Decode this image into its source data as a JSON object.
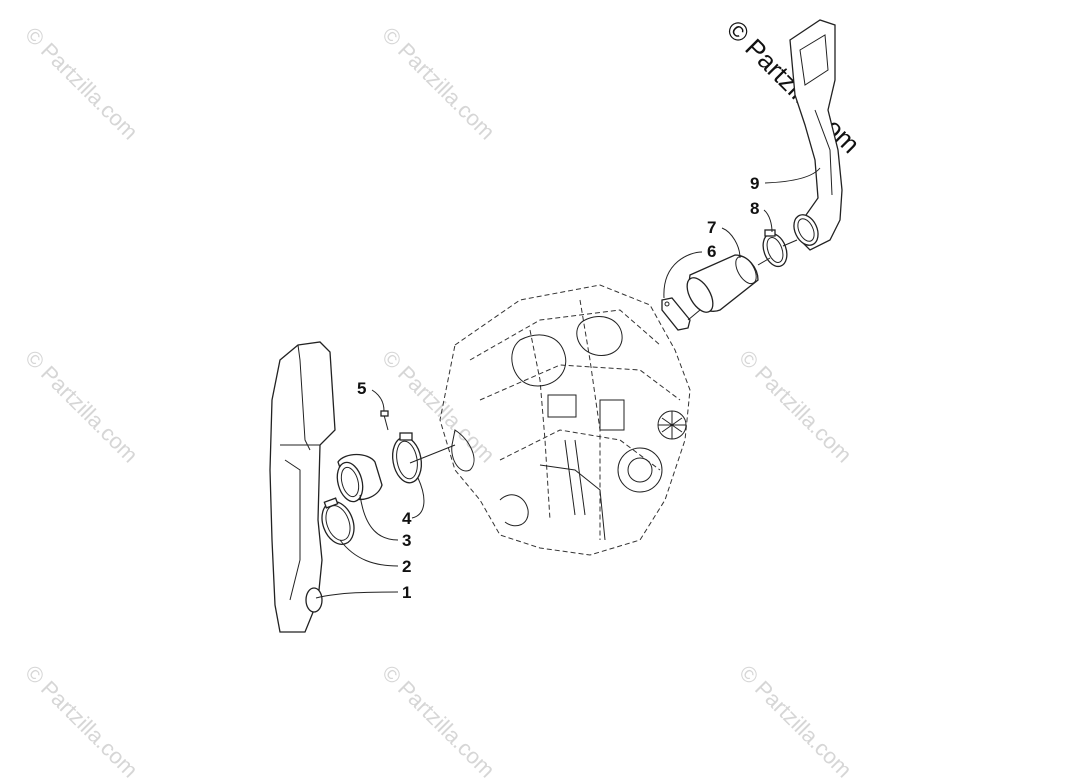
{
  "watermark": {
    "text": "© Partzilla.com",
    "main_text": "© Partzilla.com"
  },
  "callouts": [
    {
      "id": "1",
      "label": "1"
    },
    {
      "id": "2",
      "label": "2"
    },
    {
      "id": "3",
      "label": "3"
    },
    {
      "id": "4",
      "label": "4"
    },
    {
      "id": "5",
      "label": "5"
    },
    {
      "id": "6",
      "label": "6"
    },
    {
      "id": "7",
      "label": "7"
    },
    {
      "id": "8",
      "label": "8"
    },
    {
      "id": "9",
      "label": "9"
    }
  ]
}
